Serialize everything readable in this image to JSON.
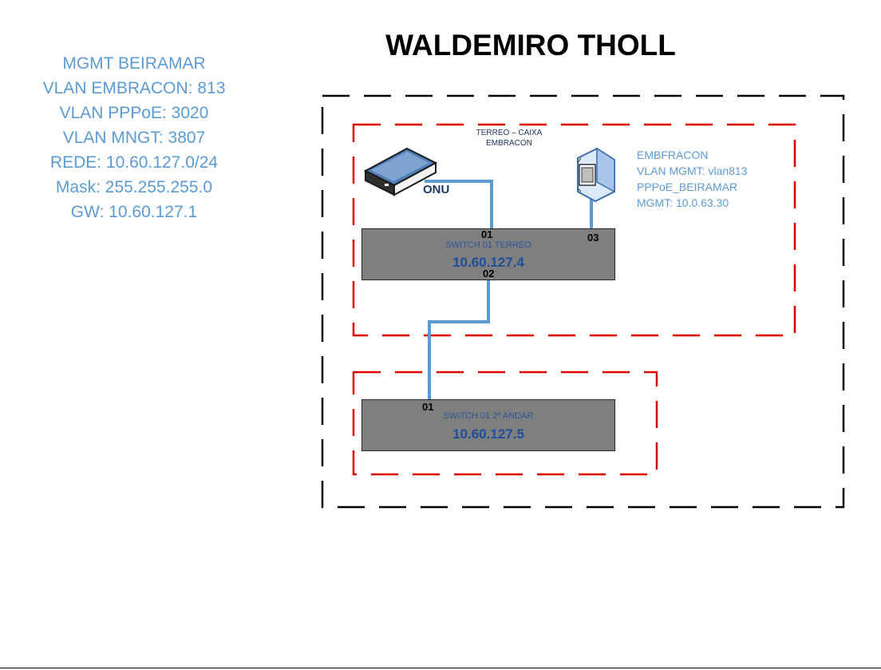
{
  "title": "WALDEMIRO THOLL",
  "info": {
    "lines": [
      "MGMT BEIRAMAR",
      "VLAN EMBRACON:  813",
      "VLAN PPPoE: 3020",
      "VLAN MNGT: 3807",
      "REDE: 10.60.127.0/24",
      "Mask: 255.255.255.0",
      "GW: 10.60.127.1"
    ]
  },
  "zones": {
    "terreo": {
      "label_line1": "TERREO – CAIXA",
      "label_line2": "EMBRACON"
    }
  },
  "devices": {
    "onu": {
      "label": "ONU",
      "icon": "onu-router-icon"
    },
    "ap": {
      "icon": "access-point-icon",
      "lines": [
        "EMBFRACON",
        "VLAN MGMT:  vlan813",
        "PPPoE_BEIRAMAR",
        "MGMT: 10.0.63.30"
      ]
    },
    "switch_terreo": {
      "name": "SWITCH 01 TERREO",
      "ip": "10.60.127.4",
      "ports": {
        "p01": "01",
        "p02": "02",
        "p03": "03"
      }
    },
    "switch_2andar": {
      "name": "SWITCH 01 2º ANDAR",
      "ip": "10.60.127.5",
      "ports": {
        "p01": "01"
      }
    }
  },
  "colors": {
    "outer_border": "#000000",
    "zone_border": "#e00000",
    "link": "#5b9bd5",
    "info_text": "#5b9bd5",
    "switch_fill": "#7f7f7f"
  }
}
